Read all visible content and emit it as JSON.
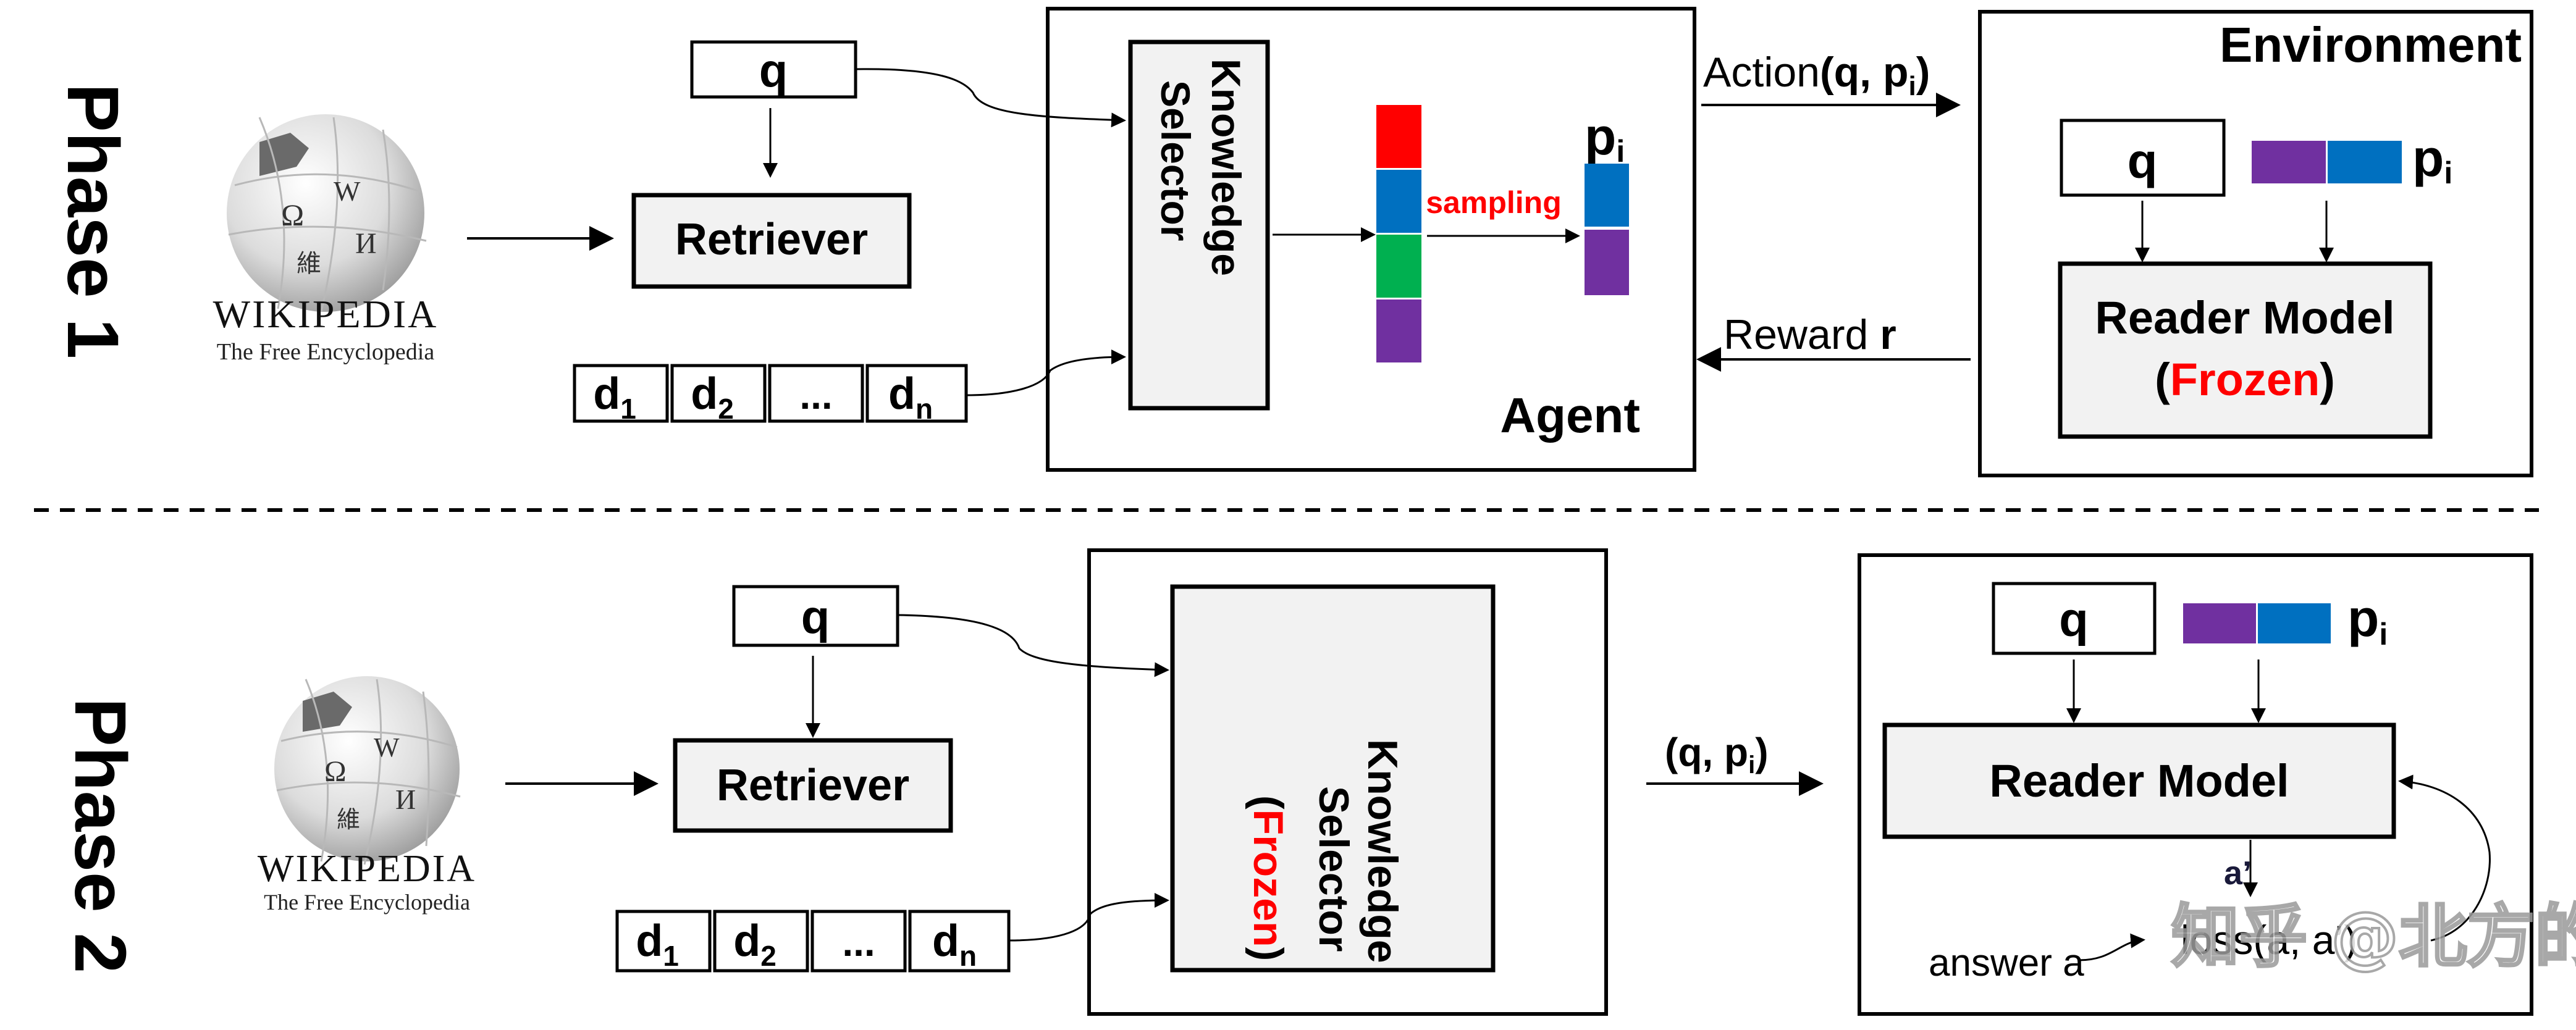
{
  "colors": {
    "red": "#ff0000",
    "blue": "#0070c0",
    "green": "#00b050",
    "purple": "#7030a0",
    "box_fill": "#f2f2f2",
    "frozen_text": "#ff0000"
  },
  "phase1": {
    "label": "Phase 1",
    "wikipedia": {
      "title": "WIKIPEDIA",
      "subtitle": "The Free Encyclopedia",
      "icon": "wikipedia-globe-icon"
    },
    "query": "q",
    "retriever": "Retriever",
    "docs": [
      {
        "main": "d",
        "sub": "1"
      },
      {
        "main": "d",
        "sub": "2"
      },
      {
        "main": "...",
        "sub": ""
      },
      {
        "main": "d",
        "sub": "n"
      }
    ],
    "agent": {
      "title": "Agent",
      "selector_line1": "Knowledge",
      "selector_line2": "Selector",
      "sampling": "sampling",
      "passage_label": "p",
      "passage_sub": "i",
      "candidate_segments": [
        "red",
        "blue",
        "green",
        "purple"
      ],
      "sampled_segments": [
        "blue",
        "purple"
      ]
    },
    "action": {
      "prefix": "Action",
      "args": "(q, p",
      "sub": "i",
      "close": ")"
    },
    "reward": {
      "prefix": "Reward ",
      "var": "r"
    },
    "environment": {
      "title": "Environment",
      "query": "q",
      "passage_label": "p",
      "passage_sub": "i",
      "passage_segments": [
        "purple",
        "blue"
      ],
      "reader_line1": "Reader Model",
      "reader_open": "(",
      "reader_frozen": "Frozen",
      "reader_close": ")"
    }
  },
  "phase2": {
    "label": "Phase 2",
    "wikipedia": {
      "title": "WIKIPEDIA",
      "subtitle": "The Free Encyclopedia",
      "icon": "wikipedia-globe-icon"
    },
    "query": "q",
    "retriever": "Retriever",
    "docs": [
      {
        "main": "d",
        "sub": "1"
      },
      {
        "main": "d",
        "sub": "2"
      },
      {
        "main": "...",
        "sub": ""
      },
      {
        "main": "d",
        "sub": "n"
      }
    ],
    "selector": {
      "line1": "Knowledge",
      "line2": "Selector",
      "open": "(",
      "frozen": "Frozen",
      "close": ")"
    },
    "transfer": {
      "args": "(q, p",
      "sub": "i",
      "close": ")"
    },
    "environment": {
      "query": "q",
      "passage_label": "p",
      "passage_sub": "i",
      "passage_segments": [
        "purple",
        "blue"
      ],
      "reader": "Reader Model",
      "prediction": "a’",
      "loss": "loss(a, a’)",
      "answer": "answer a"
    }
  },
  "watermark": "知乎 @北方的郎"
}
